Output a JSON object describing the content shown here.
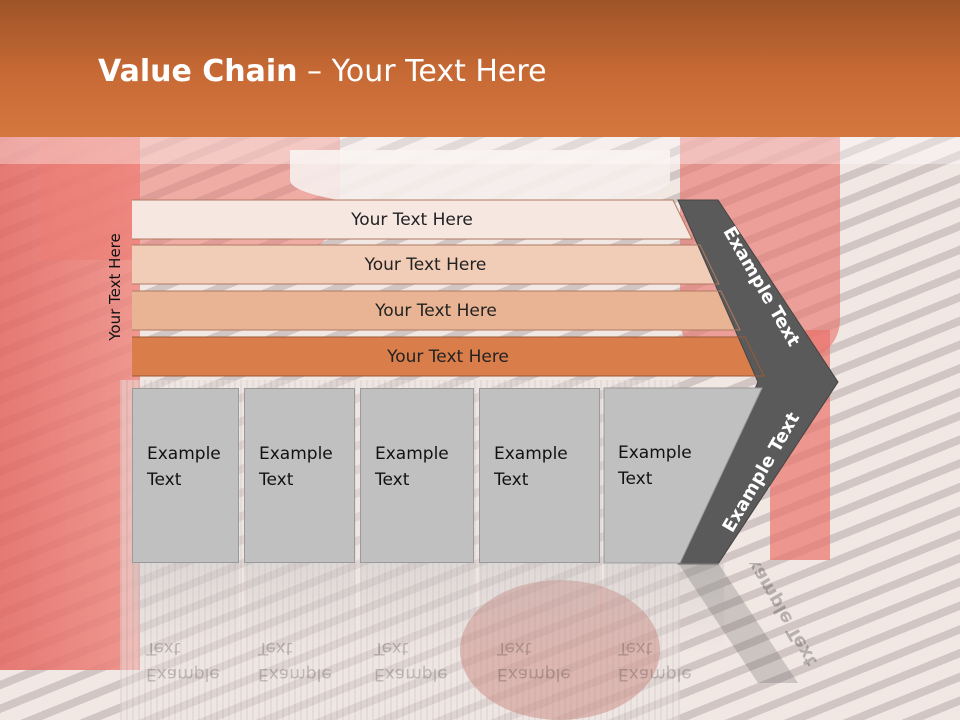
{
  "title": {
    "strong": "Value Chain",
    "rest": " – Your Text Here"
  },
  "side_label": "Your Text Here",
  "bars": [
    {
      "label": "Your Text Here"
    },
    {
      "label": "Your Text Here"
    },
    {
      "label": "Your Text Here"
    },
    {
      "label": "Your Text Here"
    }
  ],
  "boxes": [
    {
      "line1": "Example",
      "line2": "Text"
    },
    {
      "line1": "Example",
      "line2": "Text"
    },
    {
      "line1": "Example",
      "line2": "Text"
    },
    {
      "line1": "Example",
      "line2": "Text"
    },
    {
      "line1": "Example",
      "line2": "Text"
    }
  ],
  "chevron": {
    "upper": "Example Text",
    "lower": "Example Text"
  },
  "colors": {
    "header": "#c86a35",
    "bar1": "#f6e7e1",
    "bar2": "#f1cdb8",
    "bar3": "#e9b494",
    "bar4": "#d97d4b",
    "box": "#c0c0c0",
    "chevron": "#5a5a5a"
  }
}
